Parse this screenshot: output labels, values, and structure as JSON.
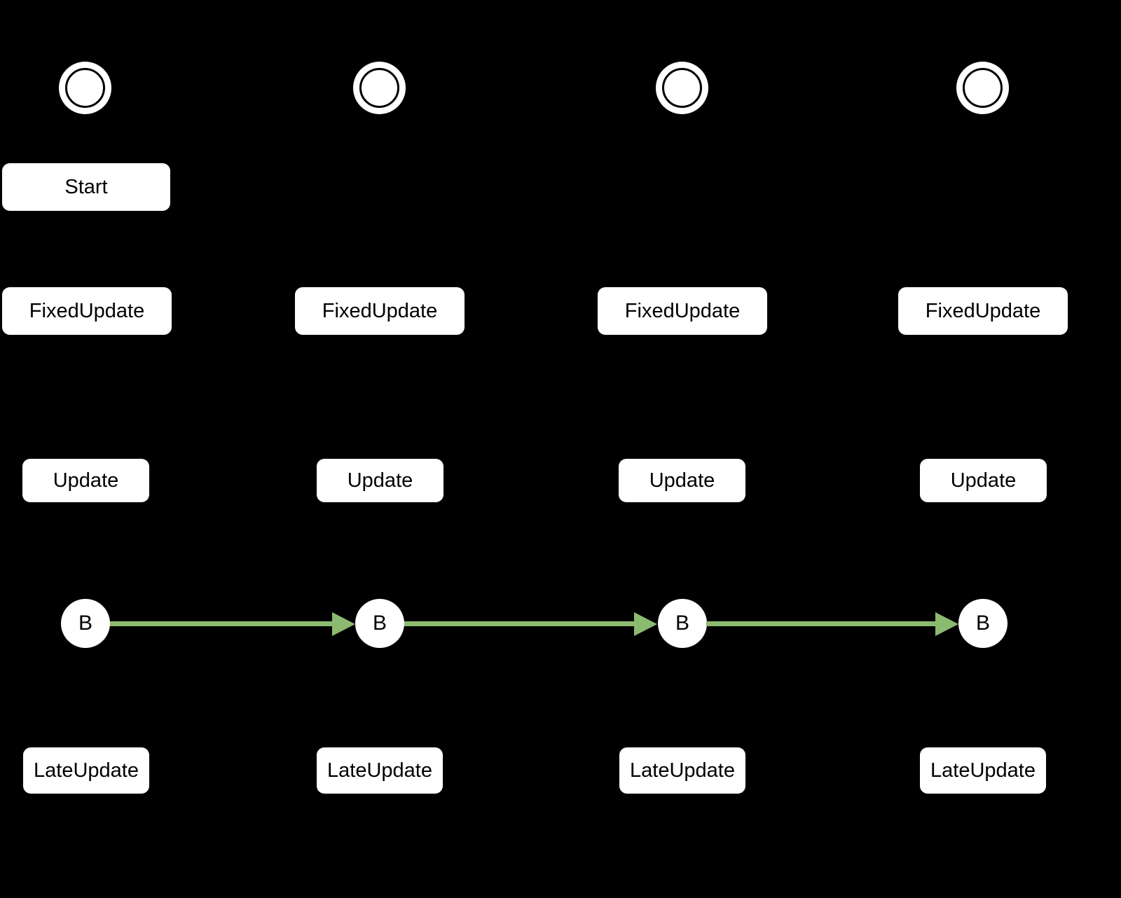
{
  "diagram": {
    "colors": {
      "background": "#000000",
      "node_fill": "#ffffff",
      "node_text": "#000000",
      "inner_ring": "#000000",
      "arrow": "#8cba70"
    },
    "icons": {
      "initial_state": "initial-state-icon (double circle)",
      "arrow_head": "filled triangle arrow-head"
    },
    "frames": [
      {
        "start_label": "Start",
        "fixed_update_label": "FixedUpdate",
        "update_label": "Update",
        "b_label": "B",
        "late_update_label": "LateUpdate"
      },
      {
        "fixed_update_label": "FixedUpdate",
        "update_label": "Update",
        "b_label": "B",
        "late_update_label": "LateUpdate"
      },
      {
        "fixed_update_label": "FixedUpdate",
        "update_label": "Update",
        "b_label": "B",
        "late_update_label": "LateUpdate"
      },
      {
        "fixed_update_label": "FixedUpdate",
        "update_label": "Update",
        "b_label": "B",
        "late_update_label": "LateUpdate"
      }
    ],
    "transitions": [
      {
        "from": "B",
        "to": "B"
      },
      {
        "from": "B",
        "to": "B"
      },
      {
        "from": "B",
        "to": "B"
      }
    ]
  }
}
